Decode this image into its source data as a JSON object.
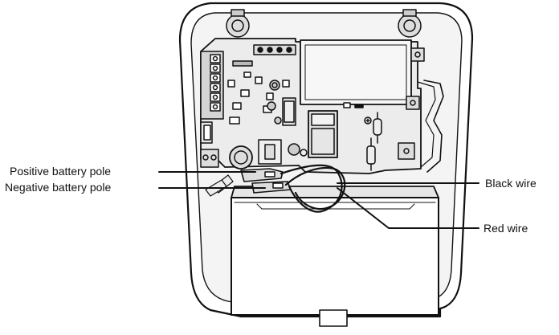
{
  "labels": {
    "positive_pole": "Positive battery pole",
    "negative_pole": "Negative battery pole",
    "black_wire": "Black wire",
    "red_wire": "Red wire"
  },
  "colors": {
    "line": "#111111",
    "background": "#ffffff",
    "housing_shadow": "#d9d9d9",
    "component_fill": "#e9e9e9"
  }
}
